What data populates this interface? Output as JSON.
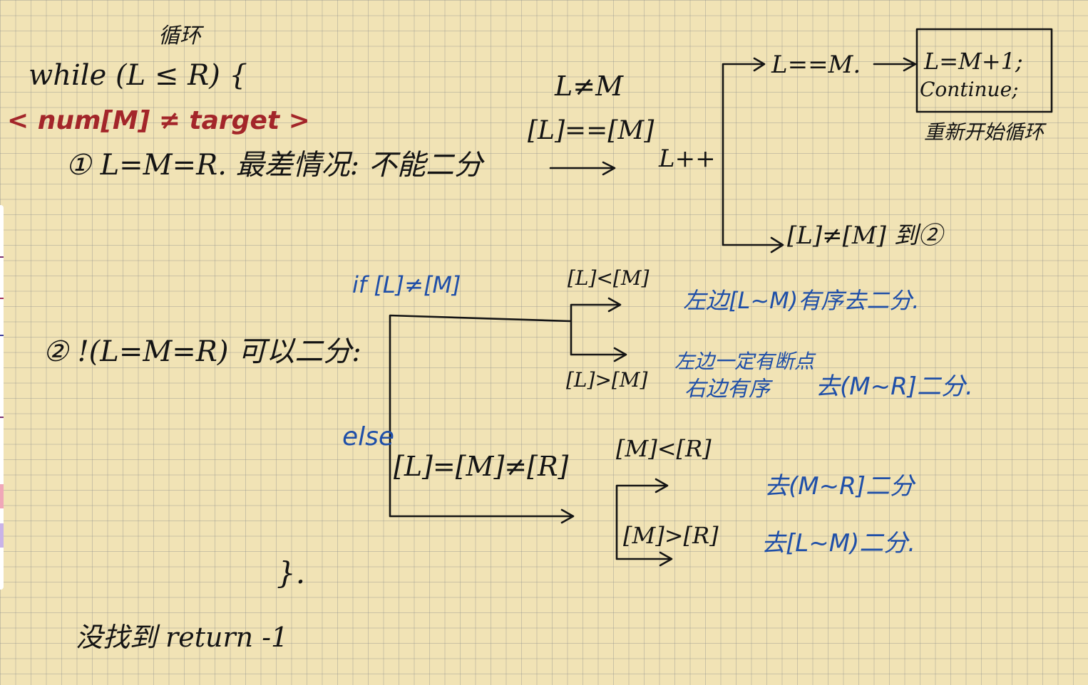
{
  "notes": {
    "loop_label": "循环",
    "while_line": "while (L ≤ R) {",
    "condition_red": "< num[M] ≠ target >",
    "case1": "① L=M=R. 最差情况: 不能二分",
    "l_ne_m": "L≠M",
    "l_eq_m_check": "[L]==[M]",
    "l_plus_plus": "L++",
    "l_eqeq_m": "L==M.",
    "box_line1": "L=M+1;",
    "box_line2": "Continue;",
    "restart": "重新开始循环",
    "go_to_2": "[L]≠[M] 到②",
    "if_l_ne_m": "if [L]≠[M]",
    "l_lt_m": "[L]<[M]",
    "left_sorted": "左边[L~M)有序去二分.",
    "l_gt_m": "[L]>[M]",
    "left_break": "左边一定有断点",
    "right_sorted": "右边有序",
    "go_right_1": "去(M~R]二分.",
    "case2": "② !(L=M=R) 可以二分:",
    "else_label": "else",
    "l_eq_m_ne_r": "[L]=[M]≠[R]",
    "m_lt_r": "[M]<[R]",
    "go_right_2": "去(M~R]二分",
    "m_gt_r": "[M]>[R]",
    "go_left": "去[L~M)二分.",
    "close_brace": "}.",
    "not_found": "没找到 return -1"
  },
  "colors": {
    "paper": "#f1e3b5",
    "grid": "#8c8c8c",
    "ink_black": "#141414",
    "ink_red": "#a3262a",
    "ink_blue": "#1f4fa8"
  }
}
